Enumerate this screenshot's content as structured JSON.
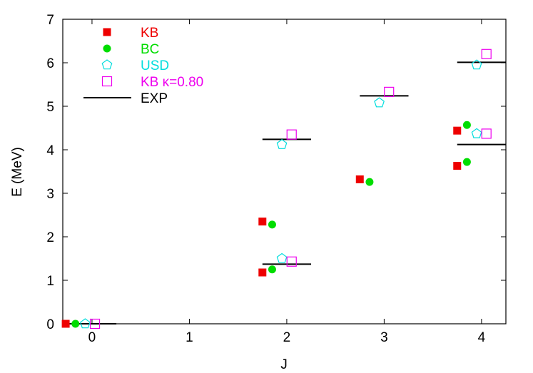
{
  "chart_data": {
    "type": "scatter",
    "xlabel": "J",
    "ylabel": "E (MeV)",
    "xlim": [
      -0.3,
      4.25
    ],
    "ylim": [
      0,
      7
    ],
    "x_ticks": [
      "0",
      "1",
      "2",
      "3",
      "4"
    ],
    "y_ticks": [
      "0",
      "1",
      "2",
      "3",
      "4",
      "5",
      "6",
      "7"
    ],
    "grid": false,
    "legend_position": "top-left",
    "series": [
      {
        "name": "KB",
        "marker": "filled-square",
        "color": "#ee0000",
        "points": [
          [
            -0.27,
            0.0
          ],
          [
            1.75,
            1.18
          ],
          [
            1.75,
            2.35
          ],
          [
            2.75,
            3.32
          ],
          [
            3.75,
            3.63
          ],
          [
            3.75,
            4.44
          ]
        ]
      },
      {
        "name": "BC",
        "marker": "filled-circle",
        "color": "#00dd00",
        "points": [
          [
            -0.17,
            0.0
          ],
          [
            1.85,
            1.25
          ],
          [
            1.85,
            2.28
          ],
          [
            2.85,
            3.26
          ],
          [
            3.85,
            3.72
          ],
          [
            3.85,
            4.57
          ]
        ]
      },
      {
        "name": "USD",
        "marker": "open-pentagon",
        "color": "#00dddd",
        "points": [
          [
            -0.07,
            0.0
          ],
          [
            1.95,
            1.5
          ],
          [
            1.95,
            4.12
          ],
          [
            2.95,
            5.08
          ],
          [
            3.95,
            4.37
          ],
          [
            3.95,
            5.95
          ]
        ]
      },
      {
        "name": "KB κ=0.80",
        "marker": "open-square",
        "color": "#ee00ee",
        "points": [
          [
            0.03,
            0.0
          ],
          [
            2.05,
            1.43
          ],
          [
            2.05,
            4.35
          ],
          [
            3.05,
            5.33
          ],
          [
            4.05,
            4.37
          ],
          [
            4.05,
            6.2
          ]
        ]
      },
      {
        "name": "EXP",
        "marker": "horizontal-line",
        "color": "#000000",
        "levels": [
          {
            "x_from": -0.25,
            "x_to": 0.25,
            "y": 0.0
          },
          {
            "x_from": 1.75,
            "x_to": 2.25,
            "y": 1.37
          },
          {
            "x_from": 1.75,
            "x_to": 2.25,
            "y": 4.24
          },
          {
            "x_from": 2.75,
            "x_to": 3.25,
            "y": 5.24
          },
          {
            "x_from": 3.75,
            "x_to": 4.25,
            "y": 4.12
          },
          {
            "x_from": 3.75,
            "x_to": 4.25,
            "y": 6.01
          }
        ]
      }
    ]
  }
}
